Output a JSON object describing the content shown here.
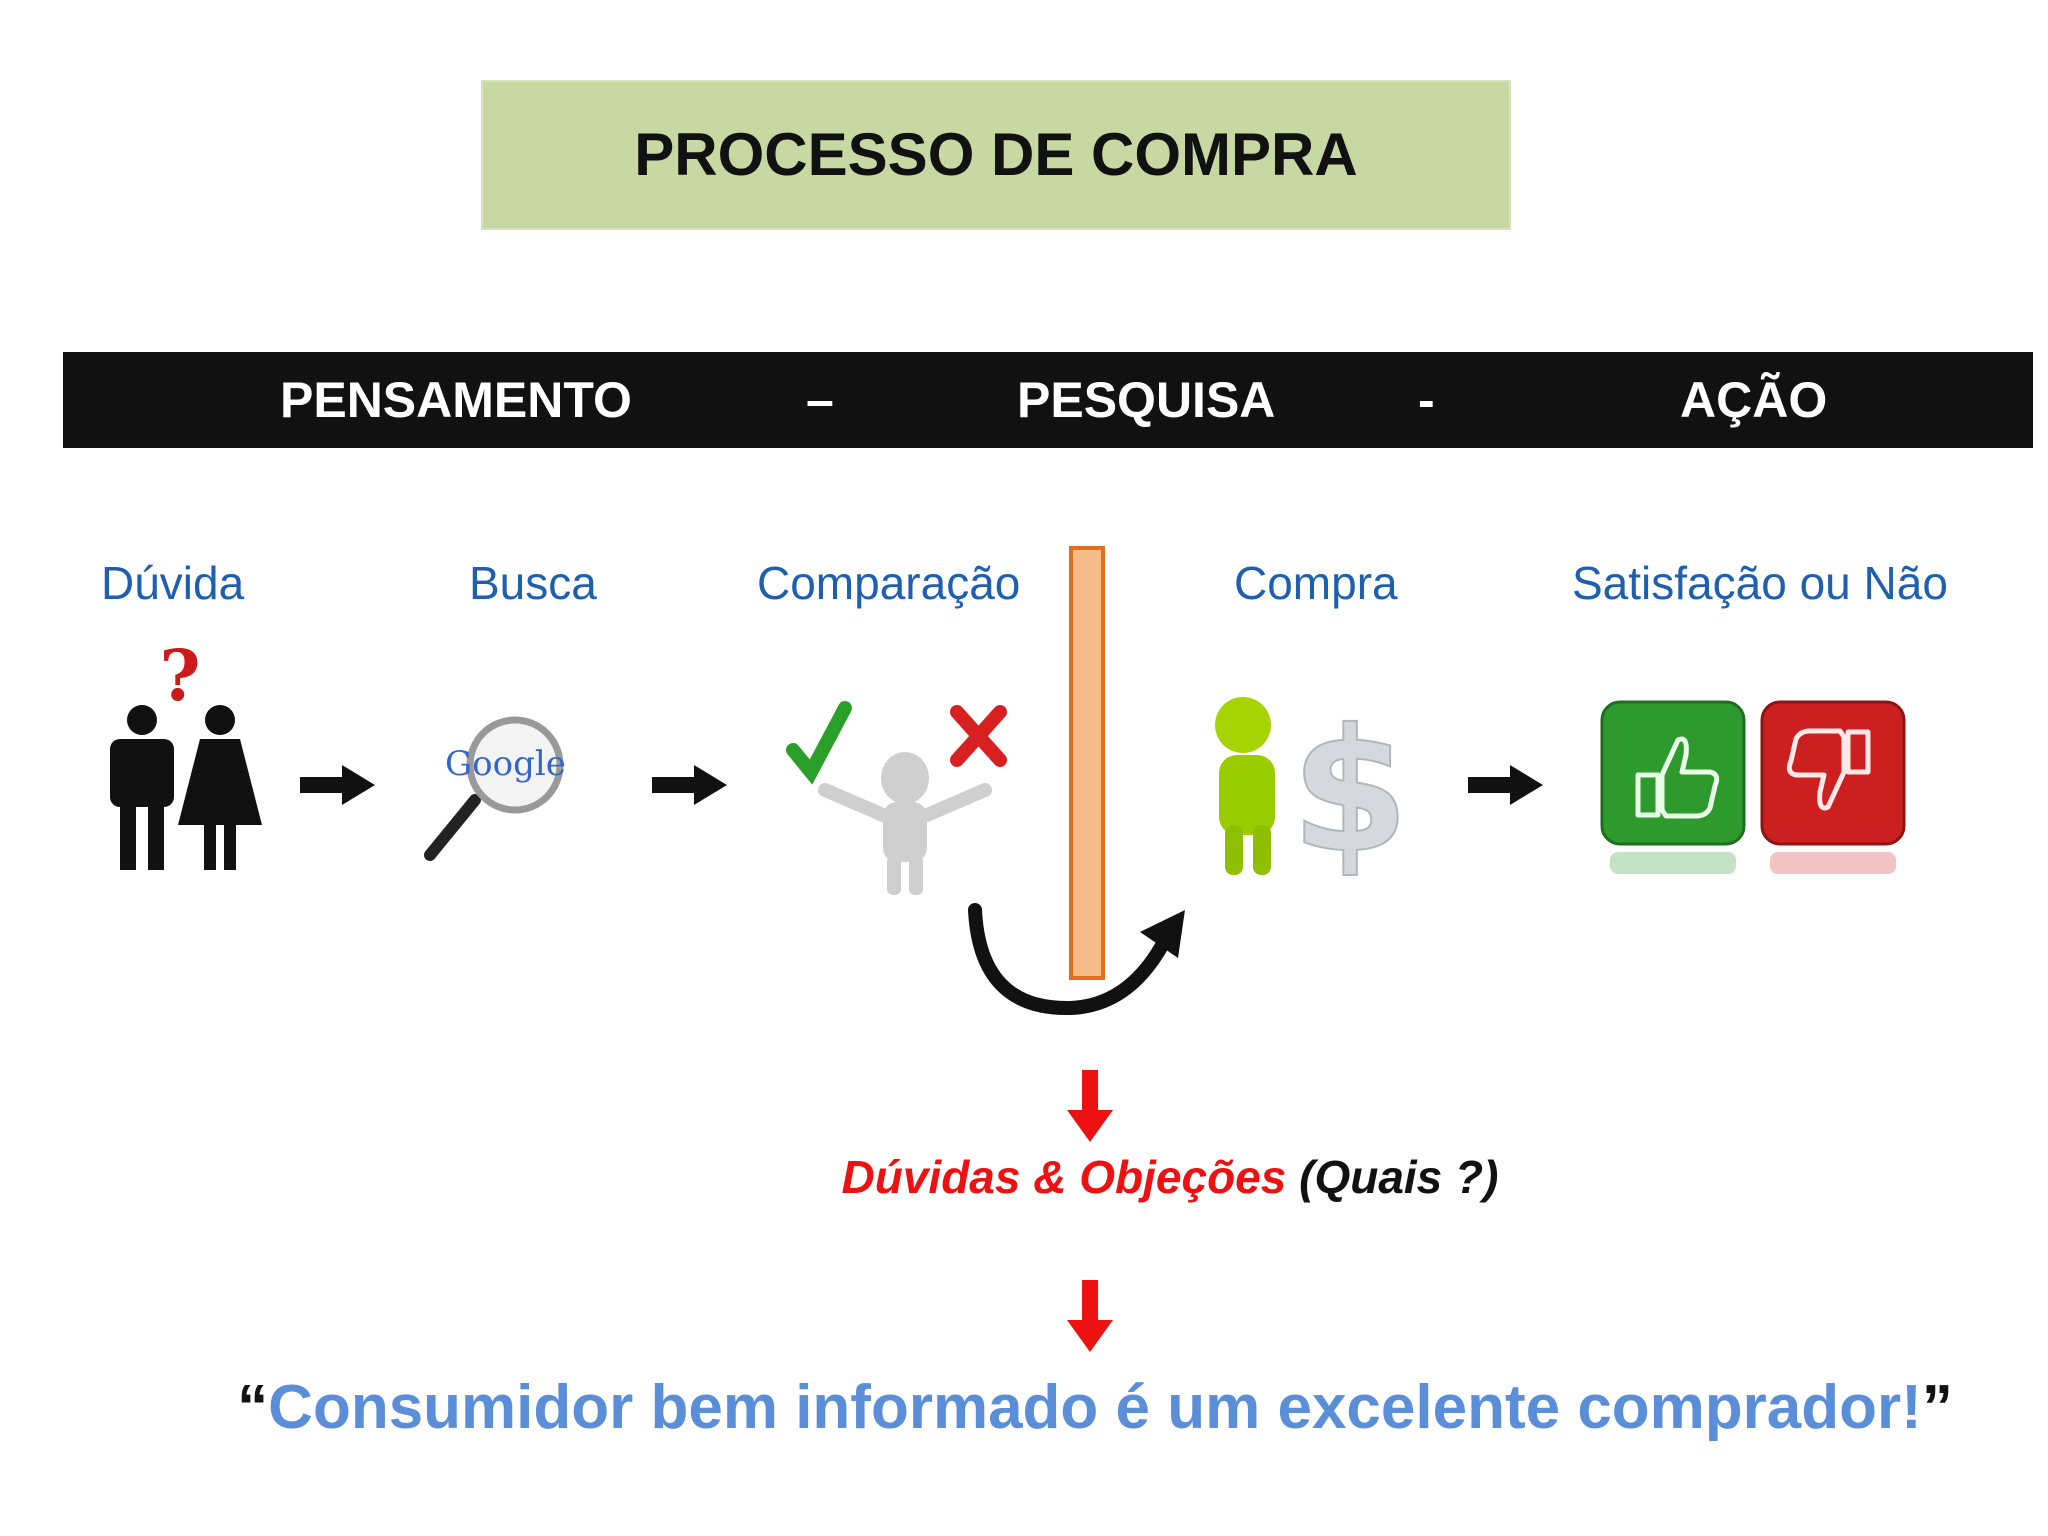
{
  "title": "PROCESSO DE COMPRA",
  "phases": {
    "p1": "PENSAMENTO",
    "sep1": "–",
    "p2": "PESQUISA",
    "sep2": "-",
    "p3": "AÇÃO"
  },
  "steps": [
    {
      "label": "Dúvida",
      "icon": "people-question-icon"
    },
    {
      "label": "Busca",
      "icon": "google-magnifier-icon"
    },
    {
      "label": "Comparação",
      "icon": "figure-check-cross-icon"
    },
    {
      "label": "Compra",
      "icon": "figure-dollar-icon"
    },
    {
      "label": "Satisfação ou Não",
      "icon": "thumbs-up-down-icon"
    }
  ],
  "google_logo_text": "Google",
  "objections": {
    "red": "Dúvidas & Objeções",
    "black": " (Quais ?)"
  },
  "quote": {
    "open": "“",
    "text": "Consumidor bem informado é um excelente comprador!",
    "close": "”"
  },
  "colors": {
    "title_bg": "#c8d8a2",
    "phase_bar": "#111111",
    "step_label": "#1f5fb0",
    "barrier_fill": "#f8bb8a",
    "barrier_stroke": "#e07020",
    "objection_red": "#ee1111",
    "quote_blue": "#5a8ed8"
  }
}
